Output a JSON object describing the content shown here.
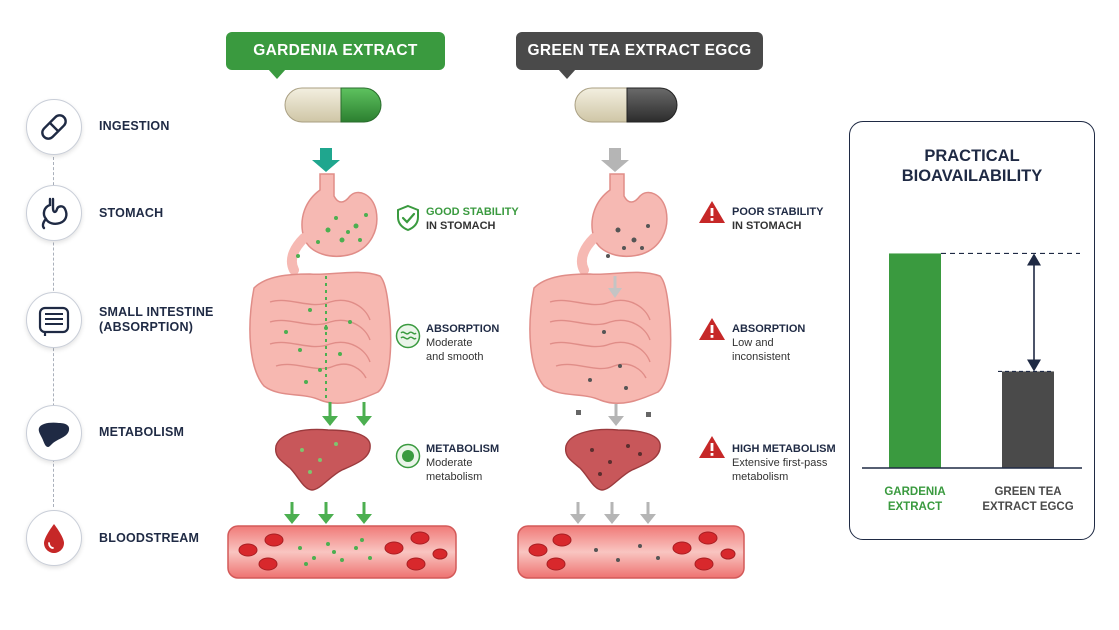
{
  "stages": [
    {
      "label": "INGESTION",
      "icon": "pill-icon"
    },
    {
      "label": "STOMACH",
      "icon": "stomach-icon"
    },
    {
      "label": "SMALL INTESTINE\n(ABSORPTION)",
      "icon": "intestine-icon"
    },
    {
      "label": "METABOLISM",
      "icon": "liver-icon"
    },
    {
      "label": "BLOODSTREAM",
      "icon": "blood-drop-icon"
    }
  ],
  "columns": {
    "gardenia": {
      "title": "GARDENIA EXTRACT",
      "color": "#3a9a3f",
      "notes": [
        {
          "icon": "shield-check-icon",
          "title": "GOOD STABILITY",
          "text": "IN STOMACH"
        },
        {
          "icon": "waves-icon",
          "title": "ABSORPTION",
          "text": "Moderate\nand smooth"
        },
        {
          "icon": "metabolism-circle-icon",
          "title": "METABOLISM",
          "text": "Moderate\nmetabolism"
        }
      ]
    },
    "green_tea": {
      "title": "GREEN TEA EXTRACT EGCG",
      "color": "#4a4a4a",
      "notes": [
        {
          "icon": "warning-icon",
          "title": "POOR STABILITY",
          "text": "IN STOMACH"
        },
        {
          "icon": "warning-icon",
          "title": "ABSORPTION",
          "text": "Low and\ninconsistent"
        },
        {
          "icon": "warning-icon",
          "title": "HIGH METABOLISM",
          "text": "Extensive first-pass\nmetabolism"
        }
      ]
    }
  },
  "colors": {
    "green": "#3a9a3f",
    "dark": "#4a4a4a",
    "warning": "#c62828",
    "navy": "#1f2a44",
    "organ": "#f4a7a3"
  },
  "chart_data": {
    "type": "bar",
    "title": "PRACTICAL\nBIOAVAILABILITY",
    "categories": [
      "GARDENIA\nEXTRACT",
      "GREEN TEA\nEXTRACT EGCG"
    ],
    "values": [
      1.0,
      0.45
    ],
    "colors": [
      "#3a9a3f",
      "#4a4a4a"
    ],
    "ylim": [
      0,
      1.1
    ],
    "annotation": "double-arrow-difference"
  }
}
